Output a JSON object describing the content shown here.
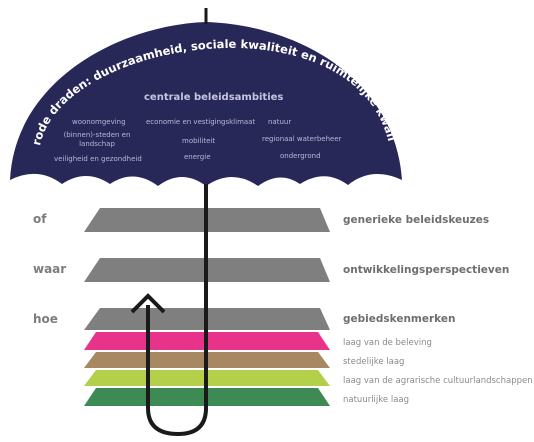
{
  "umbrella": {
    "arc_title": "rode draden: duurzaamheid, sociale kwaliteit en ruimtelijke kwaliteit",
    "center_title": "centrale beleidsambities",
    "ambitions": [
      "woonomgeving",
      "economie en vestigingsklimaat",
      "natuur",
      "(binnen)-steden en landschap",
      "mobiliteit",
      "regionaal waterbeheer",
      "veiligheid en gezondheid",
      "energie",
      "ondergrond"
    ],
    "colors": {
      "canopy": "#282858",
      "handle": "#1a1a1a",
      "tip": "#1a1a1a"
    }
  },
  "left_labels": [
    "of",
    "waar",
    "hoe"
  ],
  "right_labels": [
    "generieke beleidskeuzes",
    "ontwikkelingsperspectieven",
    "gebiedskenmerken"
  ],
  "layers": [
    {
      "label": "laag van de beleving",
      "color": "#e8338a"
    },
    {
      "label": "stedelijke laag",
      "color": "#a88862"
    },
    {
      "label": "laag van de agrarische cultuurlandschappen",
      "color": "#b4cf4a"
    },
    {
      "label": "natuurlijke laag",
      "color": "#3d8a55"
    }
  ],
  "plane_color": "#7f7f7f"
}
